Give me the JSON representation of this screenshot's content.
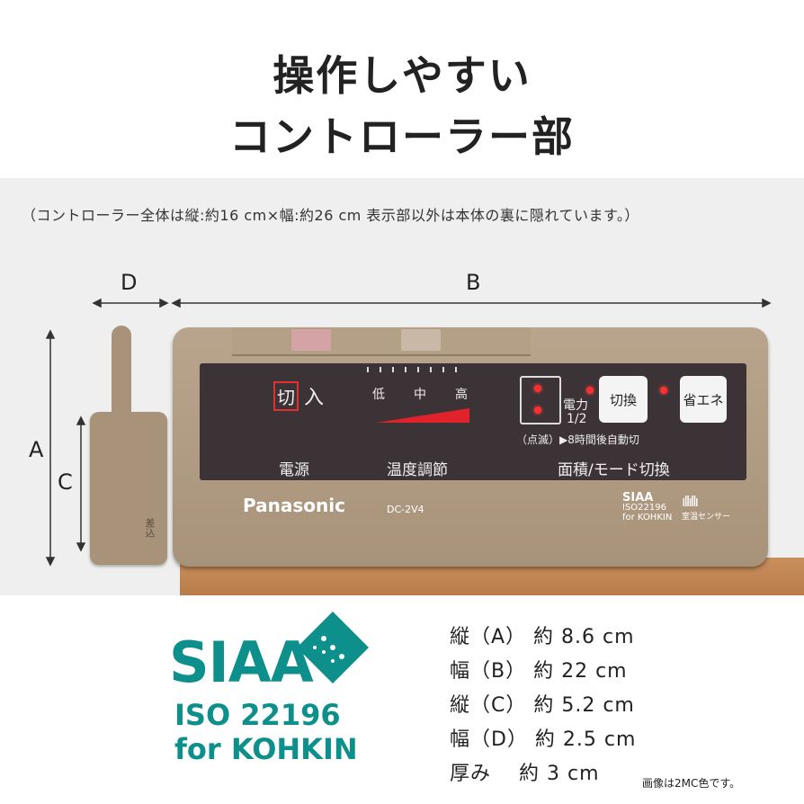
{
  "title_line1": "操作しやすい",
  "title_line2": "コントローラー部",
  "note": "（コントローラー全体は縦:約16 cm×幅:約26 cm 表示部以外は本体の裏に隠れています。）",
  "dims": {
    "a": "A",
    "b": "B",
    "c": "C",
    "d": "D"
  },
  "controller": {
    "off": "切",
    "on": "入",
    "low": "低",
    "mid": "中",
    "high": "高",
    "power_label": "電源",
    "temp_label": "温度調節",
    "area_label": "面積/モード切換",
    "denryoku": "電力",
    "half": "1/2",
    "switch_btn": "切換",
    "eco_btn": "省エネ",
    "blink_note": "（点滅）▶8時間後自動切",
    "brand": "Panasonic",
    "model": "DC-2V4",
    "siaa_small": "SIAA",
    "iso_small": "ISO22196",
    "kohkin_small": "for KOHKIN",
    "sensor": "室温センサー",
    "plug_label": "差込"
  },
  "siaa": {
    "name": "SIAA",
    "iso": "ISO 22196",
    "kohkin": "for KOHKIN",
    "color": "#0d8f8c"
  },
  "specs": [
    "縦（A） 約 8.6 cm",
    "幅（B） 約 22 cm",
    "縦（C） 約 5.2 cm",
    "幅（D） 約 2.5 cm",
    "厚み　 約 3 cm"
  ],
  "footnote": "画像は2MC色です。"
}
